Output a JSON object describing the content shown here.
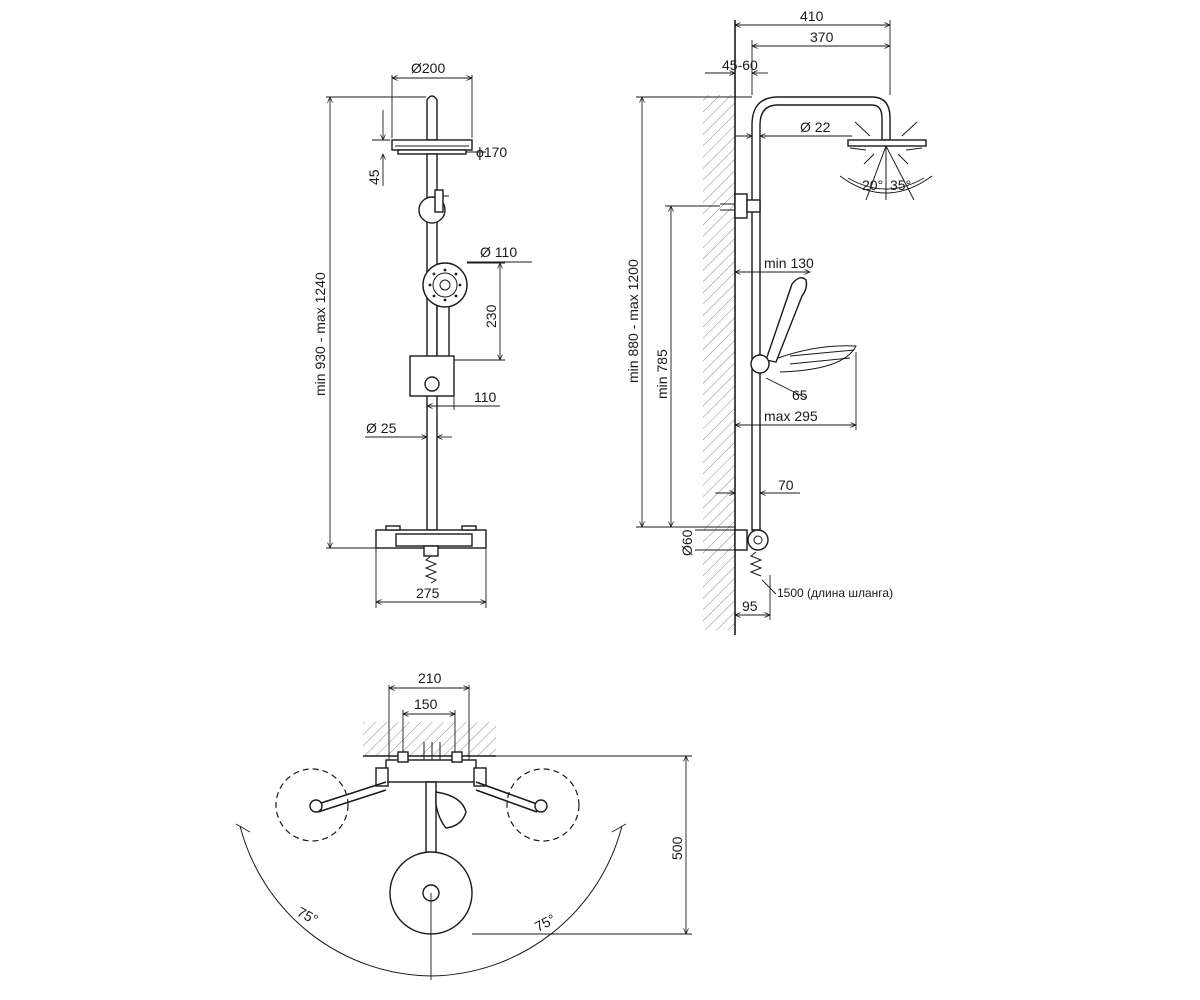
{
  "front_view": {
    "head_diameter": "Ø200",
    "disc_diameter": "ϕ170",
    "head_depth": "45",
    "hand_diameter": "Ø 110",
    "hand_length": "230",
    "hand_offset": "110",
    "bar_diameter": "Ø 25",
    "height_range": "min 930 - max 1240",
    "mixer_width": "275"
  },
  "side_view": {
    "total_projection": "410",
    "arm_reach": "370",
    "wall_gap": "45-60",
    "arm_diameter": "Ø 22",
    "angle_left": "20°",
    "angle_right": "35°",
    "height_range": "min 880 - max 1200",
    "min_height": "min 785",
    "hand_min": "min 130",
    "hand_angle": "65",
    "hand_max": "max 295",
    "valve_offset": "70",
    "eccentric_diameter": "Ø60",
    "mixer_depth": "95",
    "hose_length": "1500 (длина шланга)"
  },
  "top_view": {
    "outer_width": "210",
    "inner_width": "150",
    "depth": "500",
    "angle_left": "75°",
    "angle_right": "75°"
  }
}
